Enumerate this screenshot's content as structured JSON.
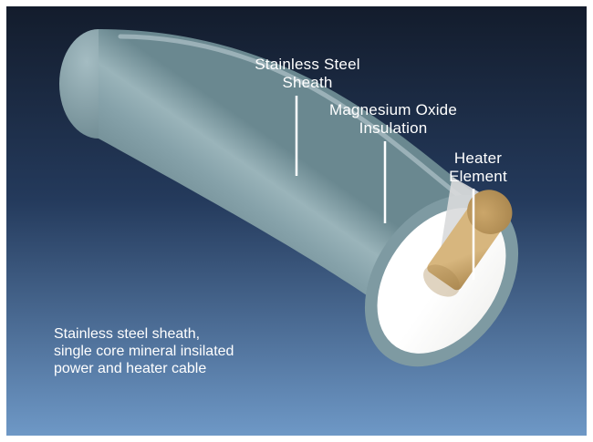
{
  "labels": {
    "sheath": [
      "Stainless Steel",
      "Sheath"
    ],
    "insulation": [
      "Magnesium Oxide",
      "Insulation"
    ],
    "heater": [
      "Heater",
      "Element"
    ]
  },
  "caption": [
    "Stainless steel sheath,",
    "single core mineral insilated",
    "power and heater cable"
  ],
  "colors": {
    "background_top": "#131c2c",
    "background_bottom": "#6e98c6",
    "sheath": "#7e9aa2",
    "insulation": "#f2f2f0",
    "heater_element": "#cba66a",
    "label_text": "#ffffff"
  }
}
